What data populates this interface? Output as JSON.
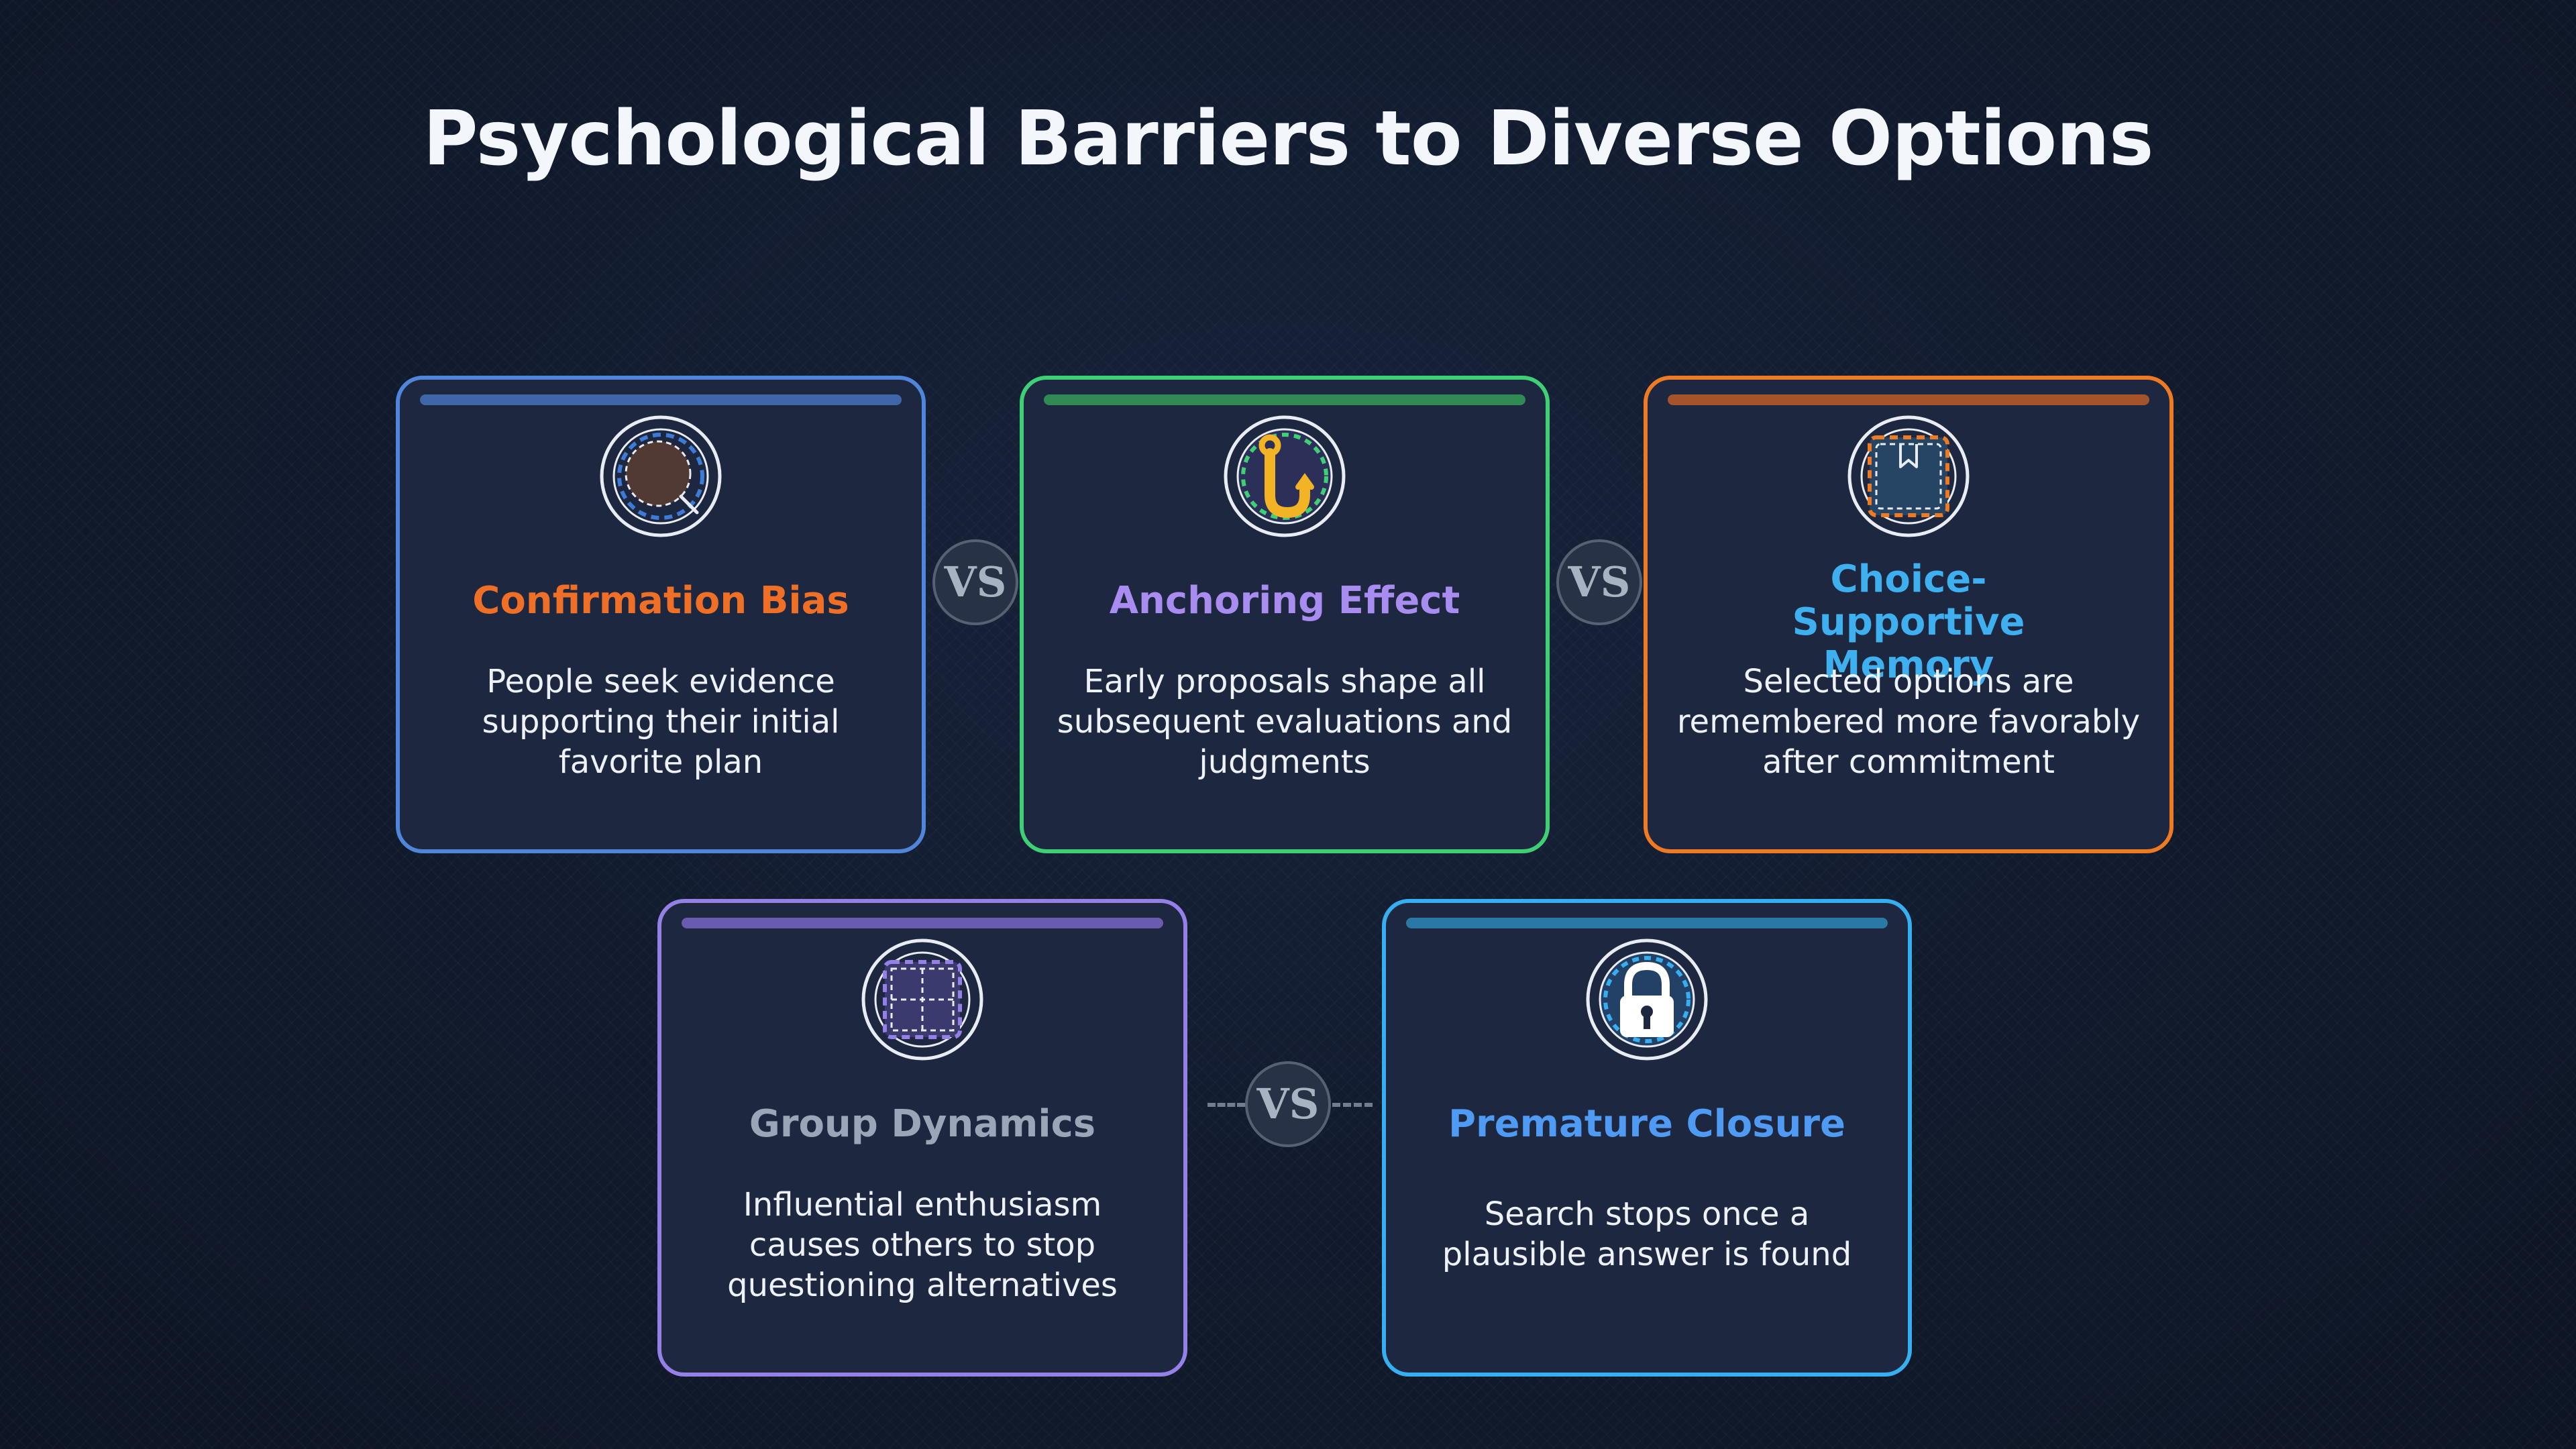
{
  "title": "Psychological Barriers to Diverse Options",
  "cards": [
    {
      "title": "Confirmation Bias",
      "description": "People seek evidence supporting their initial favorite plan",
      "border_color": "#4f86d9",
      "bar_color": "#3e66a8",
      "title_color": "#f06f26",
      "icon": "magnifier-icon"
    },
    {
      "title": "Anchoring Effect",
      "description": "Early proposals shape all subsequent evaluations and judgments",
      "border_color": "#3fcf75",
      "bar_color": "#2f8a53",
      "title_color": "#a98cf0",
      "icon": "anchor-hook-icon"
    },
    {
      "title": "Choice-Supportive Memory",
      "description": "Selected options are remembered more favorably after commitment",
      "border_color": "#ef7a24",
      "bar_color": "#a4532a",
      "title_color": "#3fb0ef",
      "icon": "bookmark-icon"
    },
    {
      "title": "Group Dynamics",
      "description": "Influential enthusiasm causes others to stop questioning alternatives",
      "border_color": "#9580e6",
      "bar_color": "#6a5bb0",
      "title_color": "#9aa6b8",
      "icon": "grid-icon"
    },
    {
      "title": "Premature Closure",
      "description": "Search stops once a plausible answer is found",
      "border_color": "#37aef0",
      "bar_color": "#2a78a6",
      "title_color": "#4f9af2",
      "icon": "lock-icon"
    }
  ],
  "vs_label": "VS"
}
